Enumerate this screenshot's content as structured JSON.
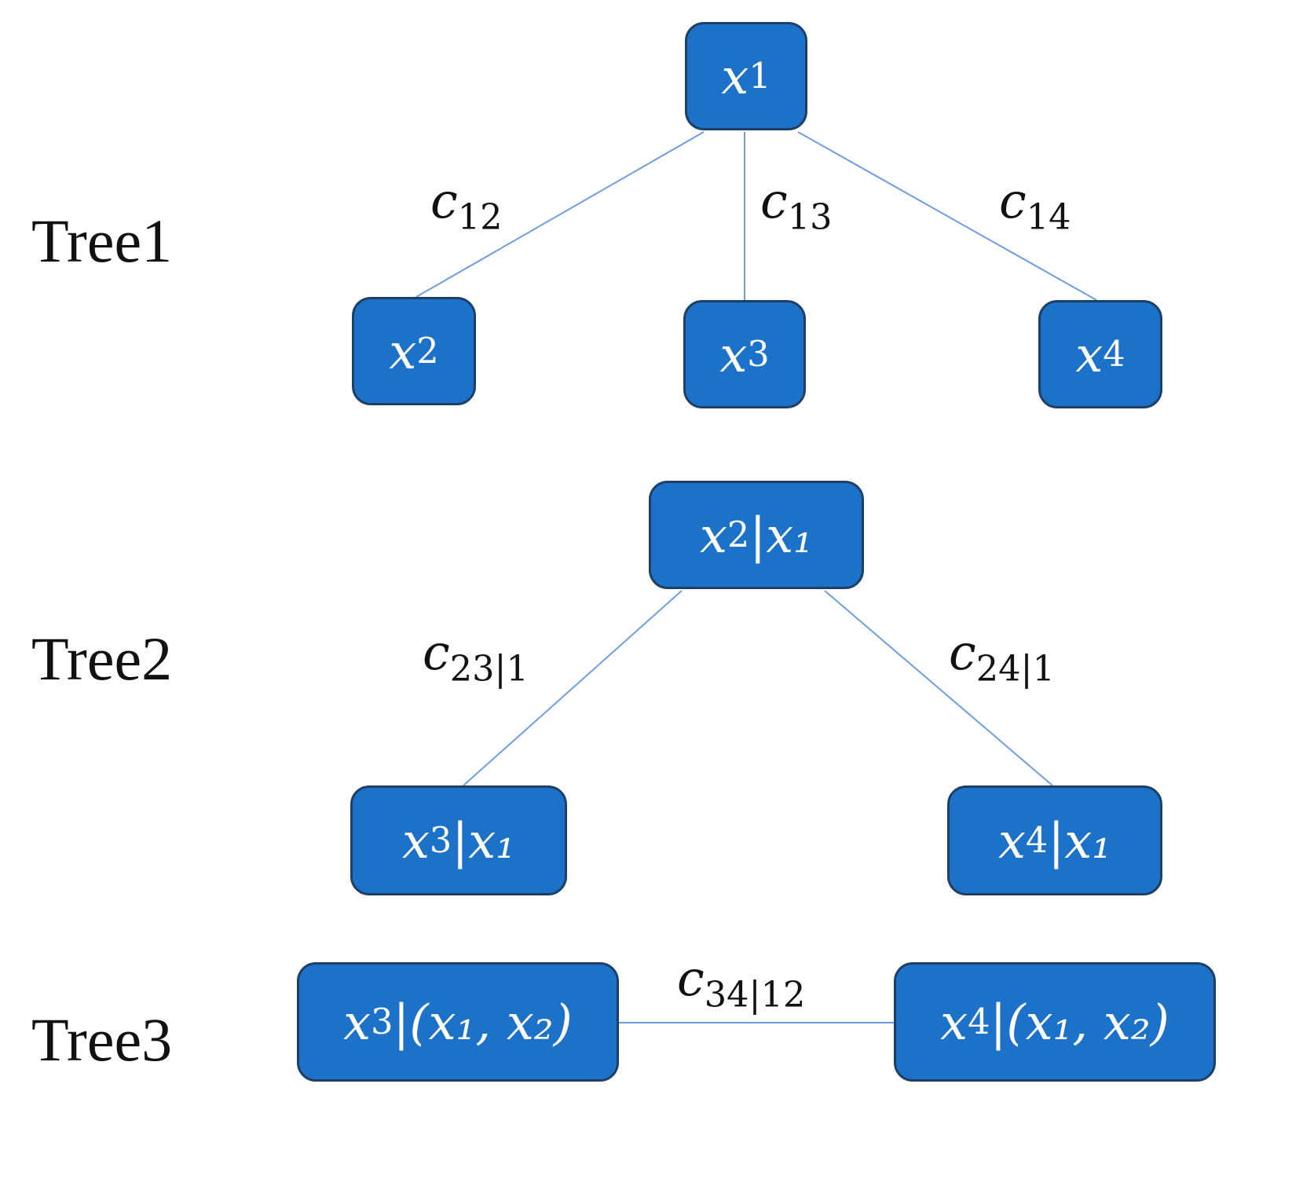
{
  "trees": [
    {
      "label": "Tree1",
      "nodes": {
        "x1": {
          "var": "x",
          "sub": "1",
          "rest": ""
        },
        "x2": {
          "var": "x",
          "sub": "2",
          "rest": ""
        },
        "x3": {
          "var": "x",
          "sub": "3",
          "rest": ""
        },
        "x4": {
          "var": "x",
          "sub": "4",
          "rest": ""
        }
      },
      "edges": [
        {
          "from": "x1",
          "to": "x2",
          "var": "c",
          "sub": "12"
        },
        {
          "from": "x1",
          "to": "x3",
          "var": "c",
          "sub": "13"
        },
        {
          "from": "x1",
          "to": "x4",
          "var": "c",
          "sub": "14"
        }
      ]
    },
    {
      "label": "Tree2",
      "nodes": {
        "x2g1": {
          "var": "x",
          "sub": "2",
          "rest": "|x₁"
        },
        "x3g1": {
          "var": "x",
          "sub": "3",
          "rest": "|x₁"
        },
        "x4g1": {
          "var": "x",
          "sub": "4",
          "rest": "|x₁"
        }
      },
      "edges": [
        {
          "from": "x2g1",
          "to": "x3g1",
          "var": "c",
          "sub": "23|1"
        },
        {
          "from": "x2g1",
          "to": "x4g1",
          "var": "c",
          "sub": "24|1"
        }
      ]
    },
    {
      "label": "Tree3",
      "nodes": {
        "x3g12": {
          "var": "x",
          "sub": "3",
          "rest": "|(x₁, x₂)"
        },
        "x4g12": {
          "var": "x",
          "sub": "4",
          "rest": "|(x₁, x₂)"
        }
      },
      "edges": [
        {
          "from": "x3g12",
          "to": "x4g12",
          "var": "c",
          "sub": "34|12"
        }
      ]
    }
  ],
  "colors": {
    "node_fill": "#1b72c8",
    "node_border": "#1e3f66",
    "edge": "#6d9ee0",
    "text": "#111111",
    "node_text": "#ffffff"
  }
}
